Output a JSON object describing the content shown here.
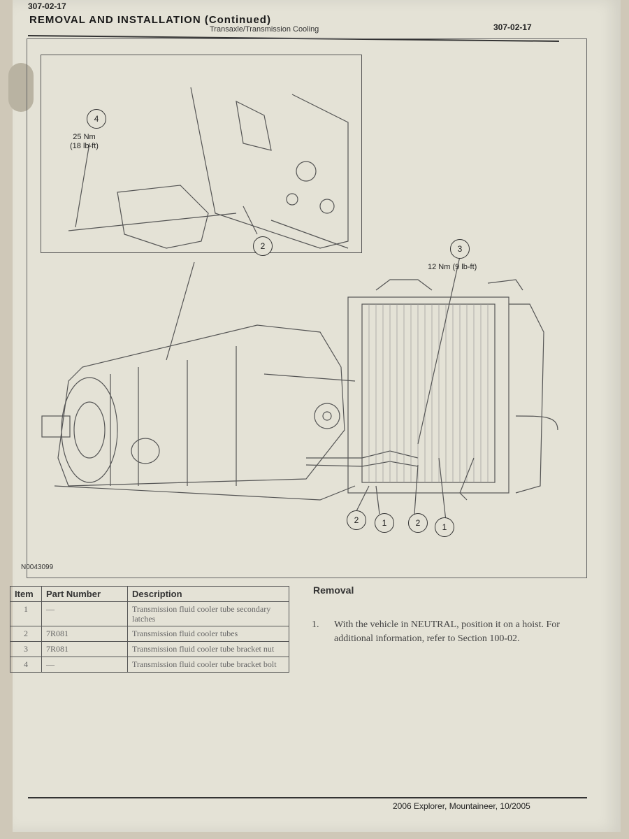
{
  "header": {
    "page_code_top": "307-02-17",
    "title": "REMOVAL AND INSTALLATION (Continued)",
    "section": "Transaxle/Transmission Cooling",
    "page_code_right": "307-02-17"
  },
  "figure": {
    "id": "N0043099",
    "callouts": [
      {
        "label": "4",
        "torque": "25 Nm\n(18 lb-ft)"
      },
      {
        "label": "2"
      },
      {
        "label": "3",
        "torque": "12 Nm (9 lb-ft)"
      },
      {
        "label": "2"
      },
      {
        "label": "1"
      },
      {
        "label": "2"
      },
      {
        "label": "1"
      }
    ]
  },
  "table": {
    "headers": [
      "Item",
      "Part Number",
      "Description"
    ],
    "rows": [
      {
        "item": "1",
        "part": "—",
        "desc": "Transmission fluid cooler tube secondary latches"
      },
      {
        "item": "2",
        "part": "7R081",
        "desc": "Transmission fluid cooler tubes"
      },
      {
        "item": "3",
        "part": "7R081",
        "desc": "Transmission fluid cooler tube bracket nut"
      },
      {
        "item": "4",
        "part": "—",
        "desc": "Transmission fluid cooler tube bracket bolt"
      }
    ]
  },
  "removal": {
    "heading": "Removal",
    "steps": [
      {
        "num": "1.",
        "text": "With the vehicle in NEUTRAL, position it on a hoist. For additional information, refer to Section 100-02."
      }
    ]
  },
  "footer": {
    "text": "2006 Explorer, Mountaineer, 10/2005"
  }
}
